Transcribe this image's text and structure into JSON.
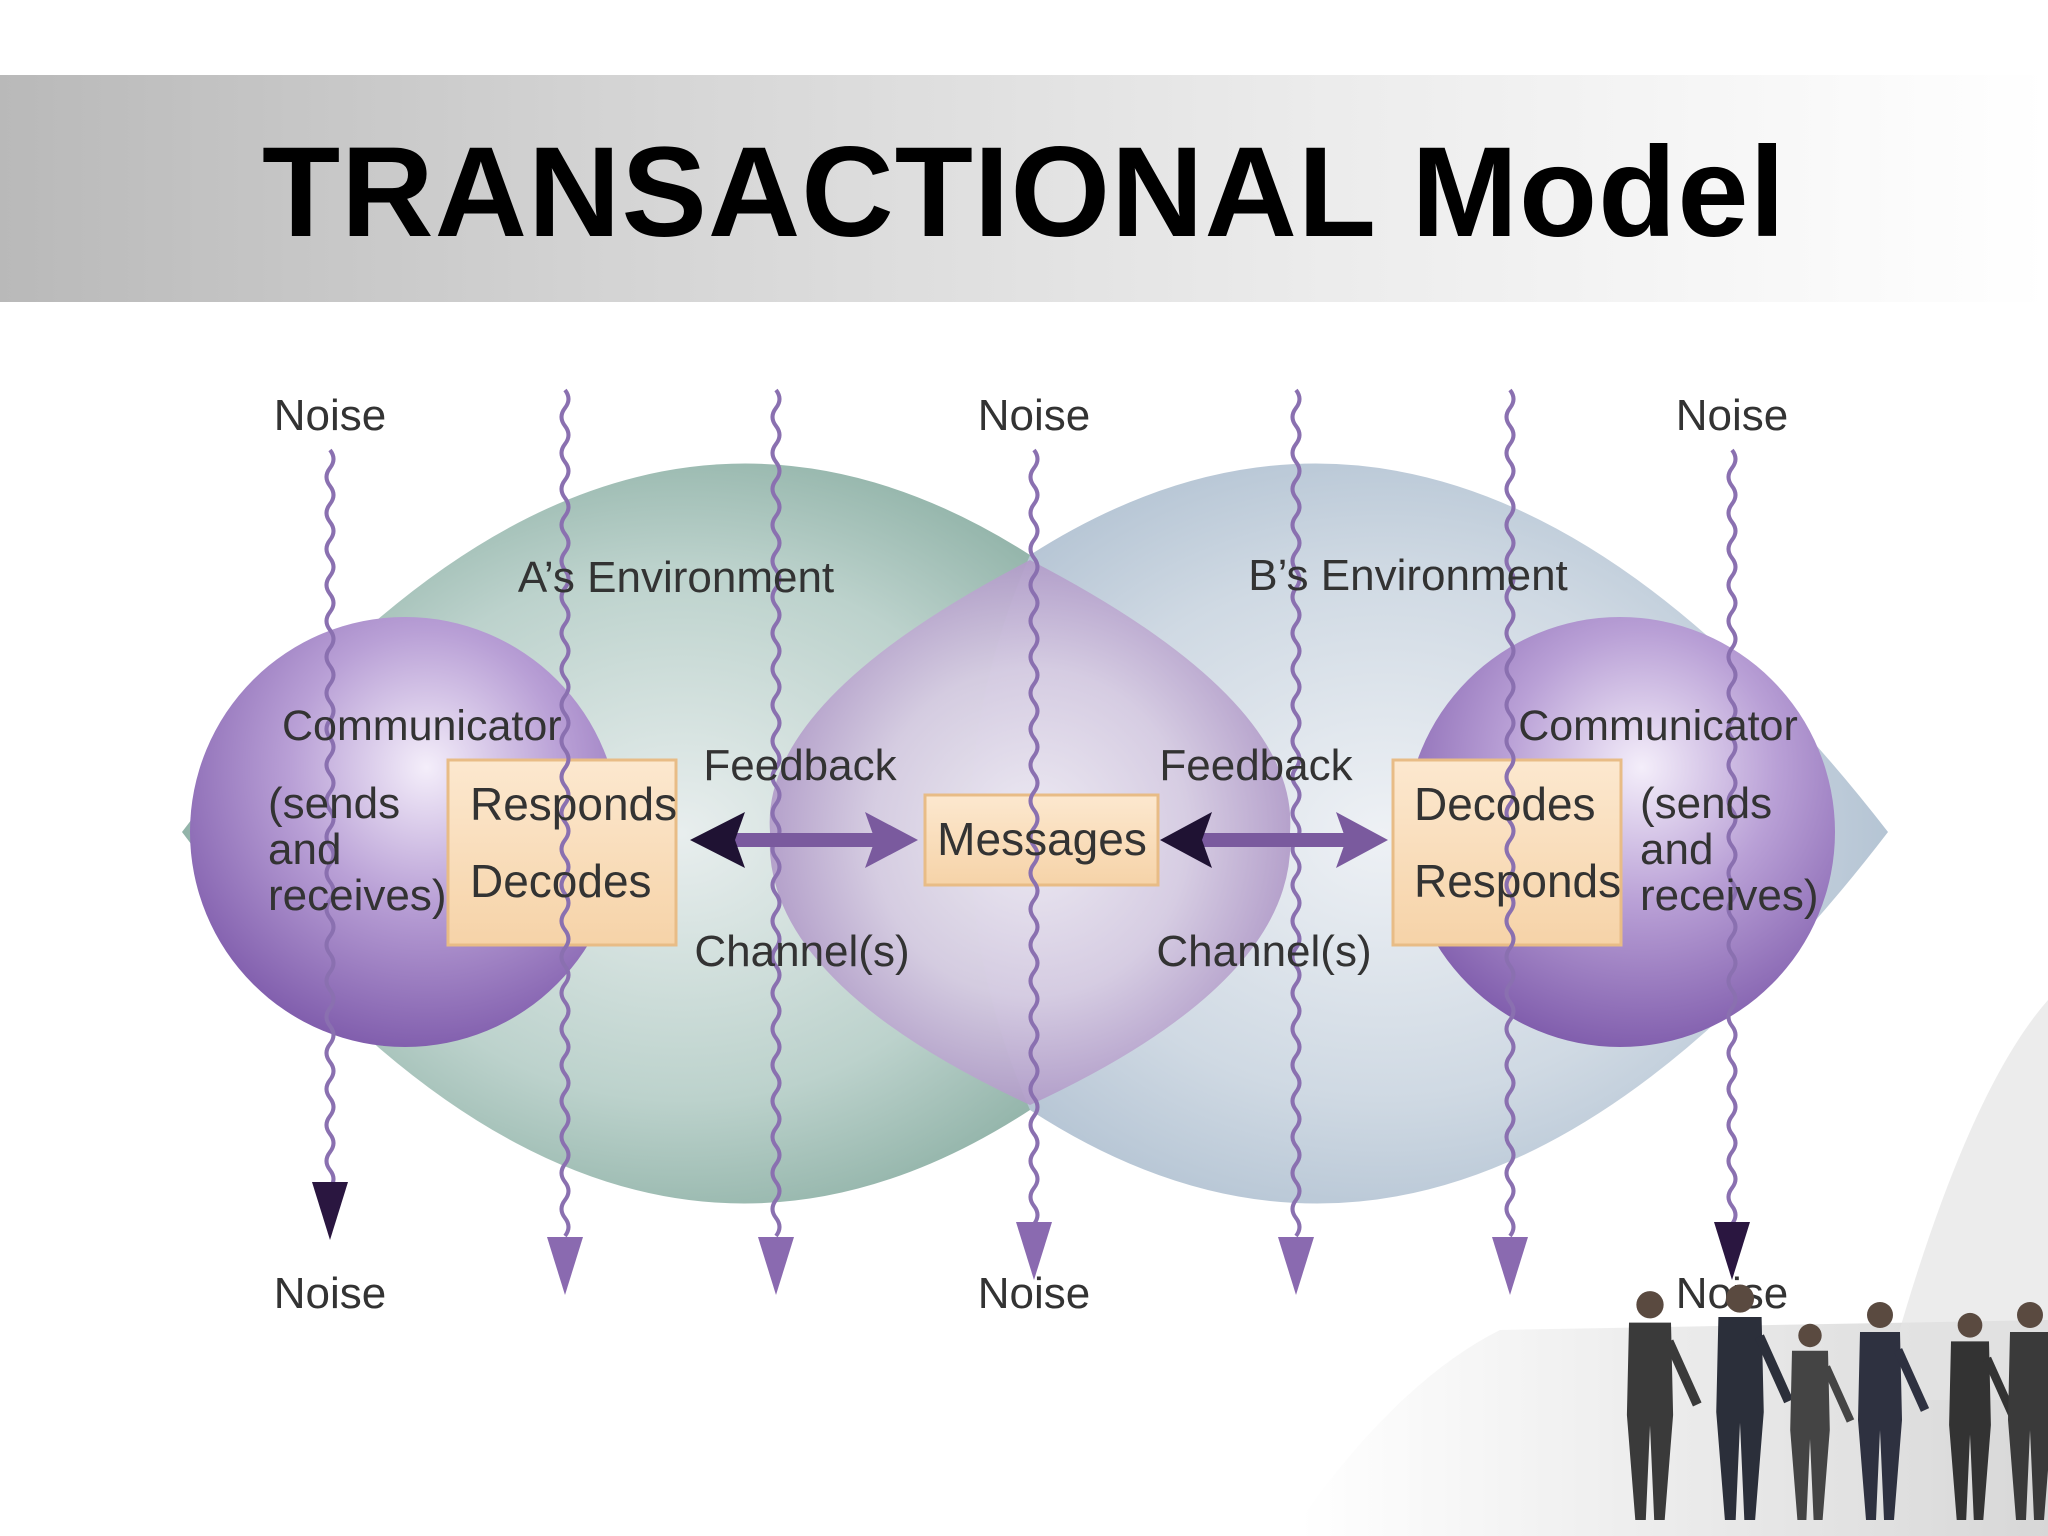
{
  "title": "TRANSACTIONAL Model",
  "diagram": {
    "environments": [
      "A’s Environment",
      "B’s Environment"
    ],
    "noise_label": "Noise",
    "communicator_a": {
      "title": "Communicator",
      "role_lines": [
        "(sends",
        "and",
        "receives)"
      ],
      "box_lines": [
        "Responds",
        "Decodes"
      ]
    },
    "communicator_b": {
      "title": "Communicator",
      "role_lines": [
        "(sends",
        "and",
        "receives)"
      ],
      "box_lines": [
        "Decodes",
        "Responds"
      ]
    },
    "messages": "Messages",
    "feedback": "Feedback",
    "channels": "Channel(s)"
  },
  "colors": {
    "env_a": "#8fb3a8",
    "env_b": "#b9c8d6",
    "sphere": "#9070b8",
    "overlap": "#b8a4cc",
    "box": "#f8dcb8",
    "arrow": "#7a5a9e",
    "noise_line": "#8a70b0"
  }
}
